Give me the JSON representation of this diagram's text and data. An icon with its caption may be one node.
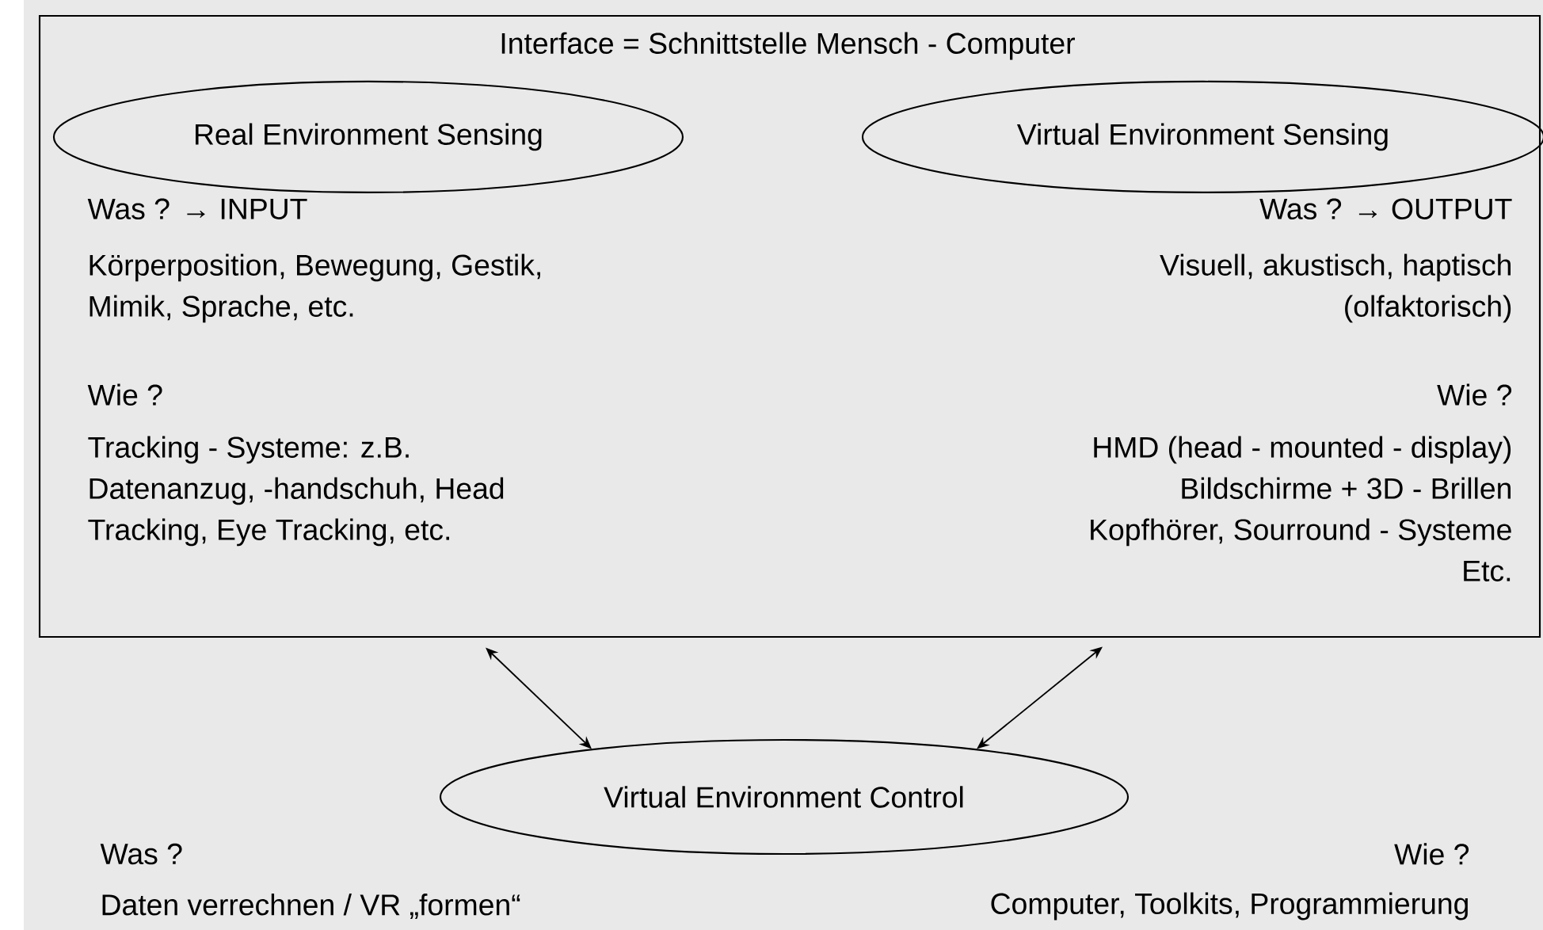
{
  "diagram": {
    "nodes": [
      {
        "text": [
          "Interface = Schnittstelle Mensch - Computer",
          "Was ? → INPUT",
          "Was ? → OUTPUT",
          "Körperposition, Bewegung, Gestik, Mimik, Sprache, etc.",
          "Visuell, akustisch, haptisch (olfaktorisch)",
          "Wie ?",
          "Wie ?",
          "Tracking - Systeme: z.B. Datenanzug, -handschuh, Head Tracking, Eye Tracking, etc.",
          "HMD (head - mounted - display) Bildschirme + 3D - Brillen Kopfhörer, Sourround - Systeme Etc."
        ]
      },
      {
        "text": [
          "Real Environment Sensing"
        ],
        "in": 0
      },
      {
        "text": [
          "Virtual Environment Sensing"
        ],
        "in": 0
      },
      {
        "text": [
          "Virtual Environment Control"
        ]
      }
    ],
    "edges": [
      {
        "from": 0,
        "to": 3,
        "arrow": "both"
      },
      {
        "from": 0,
        "to": 3,
        "arrow": "both"
      }
    ],
    "labels": [
      "Was ?",
      "Wie ?",
      "Daten verrechnen / VR „formen“",
      "Computer, Toolkits, Programmierung"
    ]
  }
}
